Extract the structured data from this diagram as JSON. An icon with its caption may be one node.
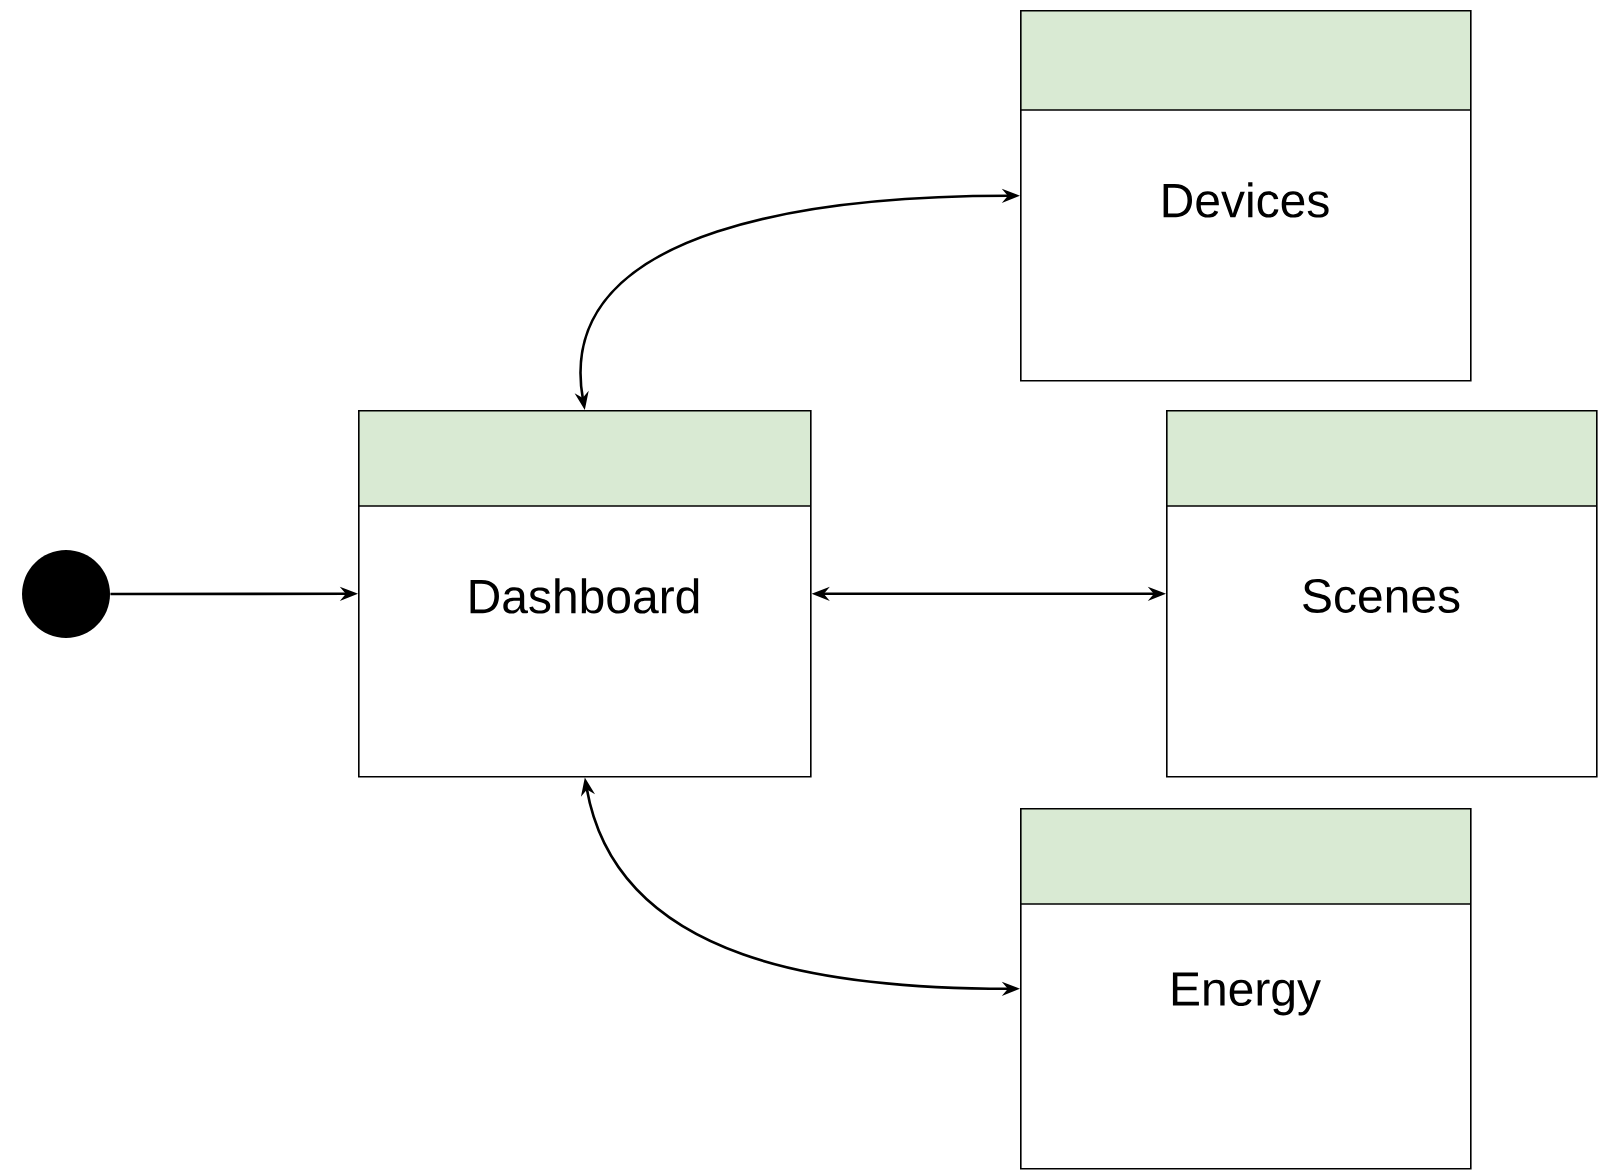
{
  "diagram": {
    "nodes": [
      {
        "text": [],
        "shape": "circle"
      },
      {
        "text": [
          "Dashboard"
        ]
      },
      {
        "text": [
          "Devices"
        ]
      },
      {
        "text": [
          "Scenes"
        ]
      },
      {
        "text": [
          "Energy"
        ]
      }
    ],
    "edges": [
      {
        "from": 0,
        "to": 1,
        "arrow": "to"
      },
      {
        "from": 1,
        "to": 2,
        "arrow": "both"
      },
      {
        "from": 1,
        "to": 3,
        "arrow": "both"
      },
      {
        "from": 1,
        "to": 4,
        "arrow": "both"
      }
    ]
  }
}
